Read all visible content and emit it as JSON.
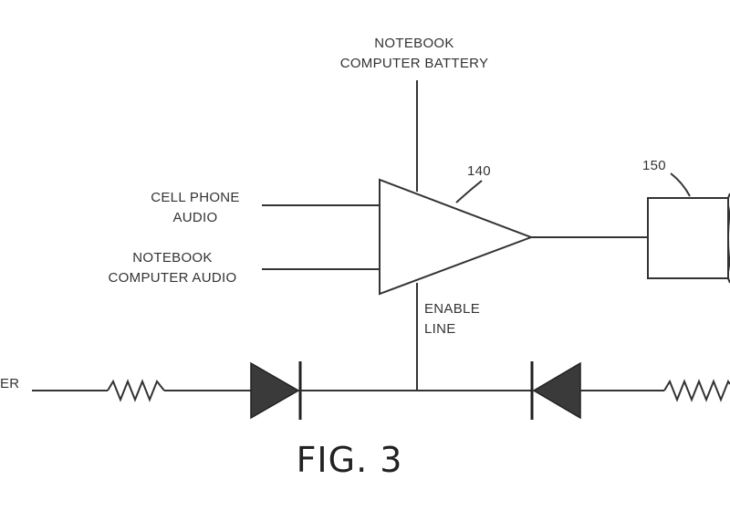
{
  "diagram": {
    "labels": {
      "battery_line1": "NOTEBOOK",
      "battery_line2": "COMPUTER BATTERY",
      "cell_line1": "CELL PHONE",
      "cell_line2": "AUDIO",
      "nb_audio_line1": "NOTEBOOK",
      "nb_audio_line2": "COMPUTER AUDIO",
      "amp_ref": "140",
      "speaker_ref": "150",
      "enable_line1": "ENABLE",
      "enable_line2": "LINE",
      "left_partial": "ER",
      "figure": "FIG. 3"
    }
  }
}
